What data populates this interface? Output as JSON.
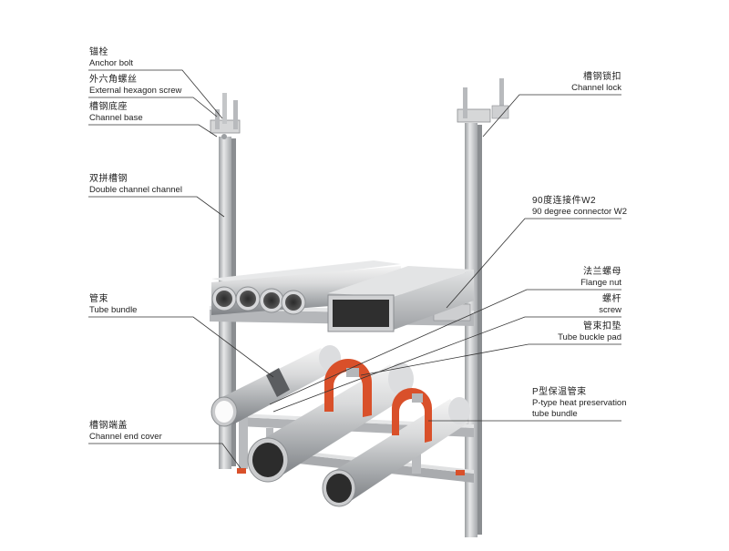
{
  "callouts": {
    "anchor_bolt": {
      "zh": "锚栓",
      "en": "Anchor bolt"
    },
    "hex_screw": {
      "zh": "外六角螺丝",
      "en": "External hexagon screw"
    },
    "channel_base": {
      "zh": "槽钢底座",
      "en": "Channel base"
    },
    "double_channel": {
      "zh": "双拼槽钢",
      "en": "Double channel channel"
    },
    "tube_bundle": {
      "zh": "管束",
      "en": "Tube bundle"
    },
    "end_cover": {
      "zh": "槽钢端盖",
      "en": "Channel end cover"
    },
    "channel_lock": {
      "zh": "槽钢锁扣",
      "en": "Channel lock"
    },
    "connector_w2": {
      "zh": "90度连接件W2",
      "en": "90 degree connector W2"
    },
    "flange_nut": {
      "zh": "法兰螺母",
      "en": "Flange nut"
    },
    "screw": {
      "zh": "螺杆",
      "en": "screw"
    },
    "buckle_pad": {
      "zh": "管束扣垫",
      "en": "Tube buckle pad"
    },
    "p_type": {
      "zh": "P型保温管束",
      "en1": "P-type heat preservation",
      "en2": "tube bundle"
    }
  },
  "colors": {
    "steel": "#c8cacc",
    "steel_dark": "#8d9094",
    "pad": "#d9502a",
    "leader": "#333333"
  }
}
